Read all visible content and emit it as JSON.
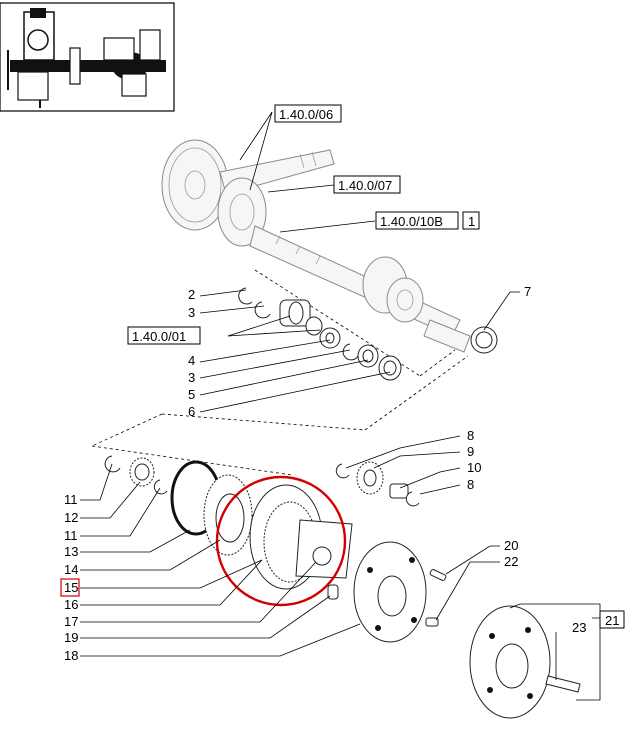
{
  "diagram": {
    "references": [
      {
        "id": "ref-1-40-0-06",
        "text": "1.40.0/06"
      },
      {
        "id": "ref-1-40-0-07",
        "text": "1.40.0/07"
      },
      {
        "id": "ref-1-40-0-10b",
        "text": "1.40.0/10B"
      },
      {
        "id": "ref-1-40-0-10b-qty",
        "text": "1"
      },
      {
        "id": "ref-1-40-0-01",
        "text": "1.40.0/01"
      }
    ],
    "callouts": {
      "c2": "2",
      "c3a": "3",
      "c4": "4",
      "c3b": "3",
      "c5": "5",
      "c6": "6",
      "c7": "7",
      "c8a": "8",
      "c9": "9",
      "c10": "10",
      "c8b": "8",
      "c11a": "11",
      "c12": "12",
      "c11b": "11",
      "c13": "13",
      "c14": "14",
      "c15": "15",
      "c16": "16",
      "c17": "17",
      "c19": "19",
      "c18": "18",
      "c20": "20",
      "c22": "22",
      "c23": "23",
      "c21": "21"
    },
    "highlighted_part": "15",
    "colors": {
      "highlight": "#d40000",
      "line": "#000000",
      "ghost": "#8a8a8a"
    }
  }
}
